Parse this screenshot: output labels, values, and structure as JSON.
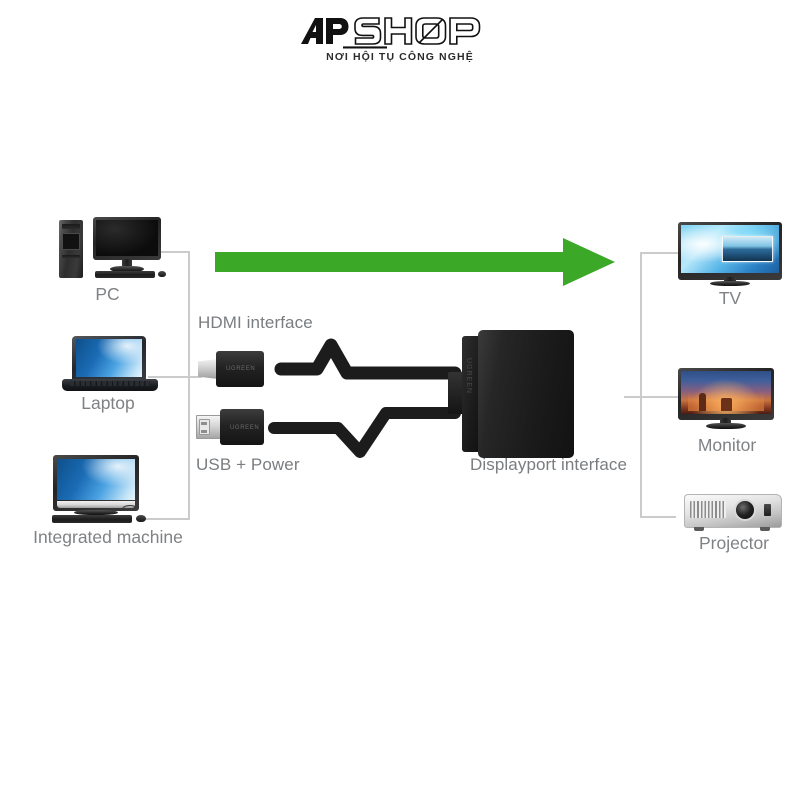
{
  "brand": {
    "logo_text": "AiPSHOP",
    "logo_parts": {
      "mark": "AP",
      "word": "SHOP"
    },
    "tagline": "NƠI HỘI TỤ CÔNG NGHỆ"
  },
  "diagram": {
    "flow_direction": "left-to-right",
    "arrow_color": "#3ca828",
    "line_color": "#c9cbcc",
    "label_color": "#7f8285",
    "sources": [
      {
        "id": "pc",
        "label": "PC",
        "icon": "desktop-computer-icon"
      },
      {
        "id": "laptop",
        "label": "Laptop",
        "icon": "laptop-icon"
      },
      {
        "id": "integrated",
        "label": "Integrated machine",
        "icon": "all-in-one-computer-icon"
      }
    ],
    "connectors": [
      {
        "id": "hdmi",
        "label": "HDMI interface",
        "icon": "hdmi-plug-icon"
      },
      {
        "id": "usb",
        "label": "USB + Power",
        "icon": "usb-plug-icon"
      }
    ],
    "adapter": {
      "id": "adapter",
      "label": "Displayport interface",
      "icon": "adapter-box-icon"
    },
    "outputs": [
      {
        "id": "tv",
        "label": "TV",
        "icon": "television-icon"
      },
      {
        "id": "monitor",
        "label": "Monitor",
        "icon": "monitor-icon"
      },
      {
        "id": "projector",
        "label": "Projector",
        "icon": "projector-icon"
      }
    ]
  }
}
